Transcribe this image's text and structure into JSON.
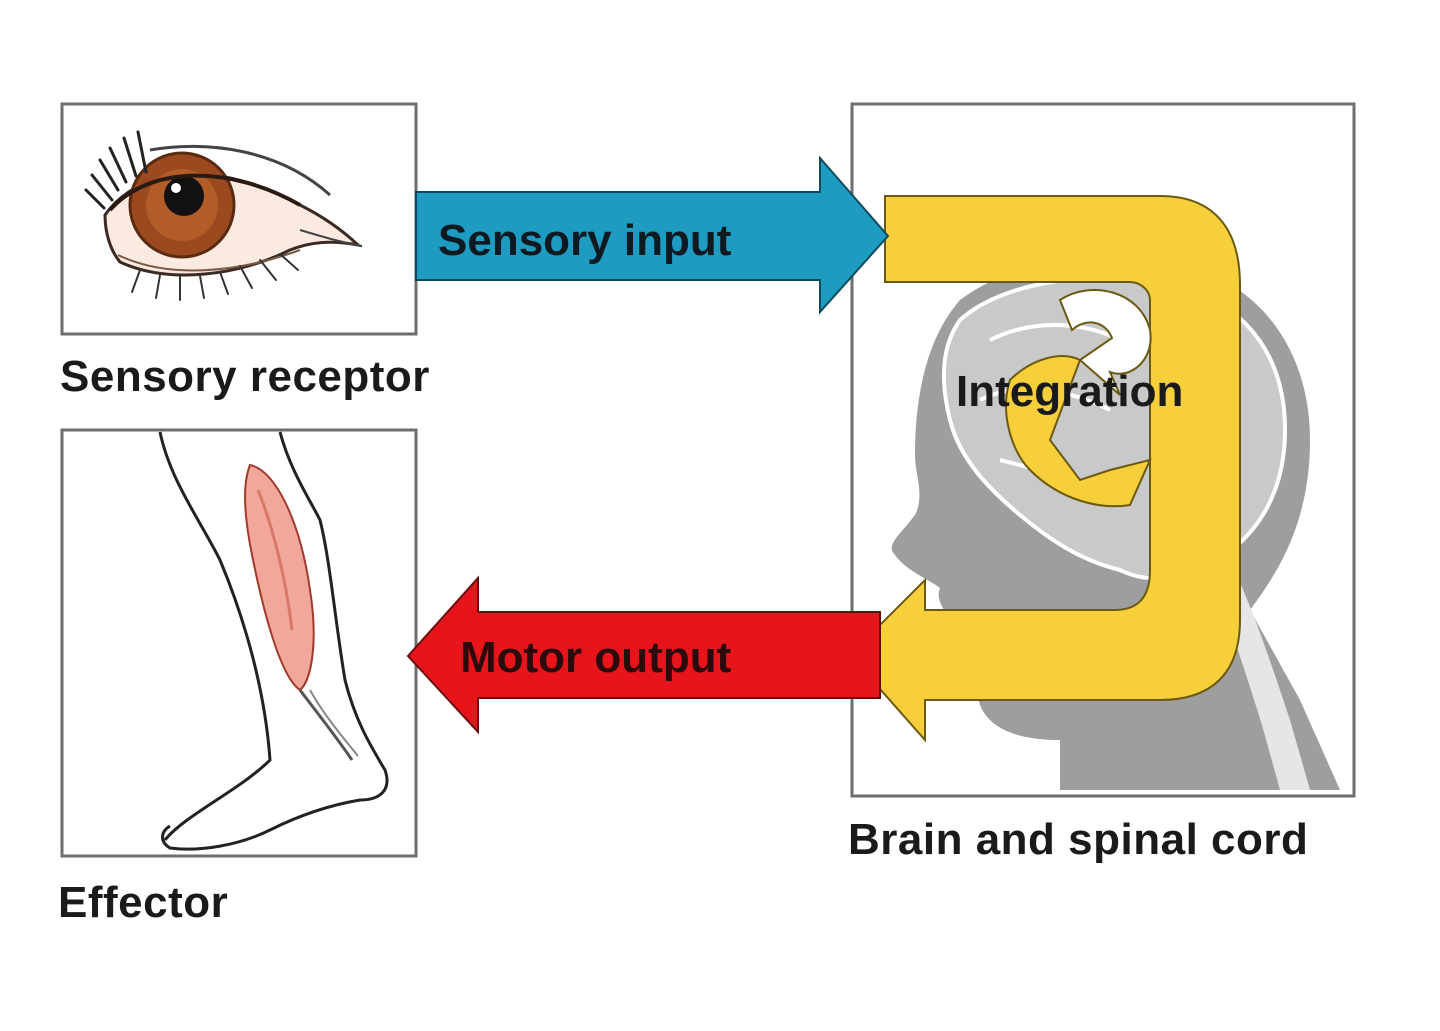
{
  "diagram": {
    "panels": {
      "sensory_receptor": {
        "caption": "Sensory receptor",
        "icon": "eye"
      },
      "effector": {
        "caption": "Effector",
        "icon": "leg-muscle"
      },
      "cns": {
        "caption": "Brain and spinal cord",
        "icon": "head-brain"
      }
    },
    "arrows": {
      "sensory_input": {
        "label": "Sensory input",
        "color": "#1e9bc0"
      },
      "motor_output": {
        "label": "Motor output",
        "color": "#e8141c"
      },
      "integration": {
        "label": "Integration",
        "color": "#f6cf3a"
      }
    }
  }
}
